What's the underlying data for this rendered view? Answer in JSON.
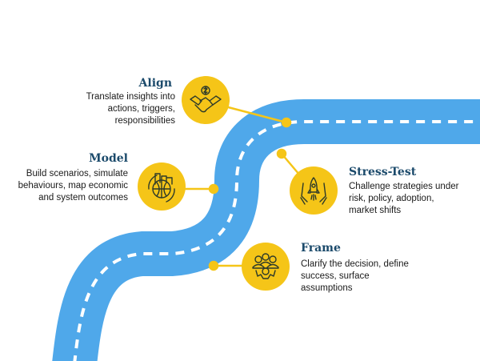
{
  "colors": {
    "road": "#4fa8ea",
    "dash": "#ffffff",
    "accent": "#f5c518",
    "icon": "#2d3a2a",
    "title": "#1b4a6b"
  },
  "stages": [
    {
      "title": "Align",
      "desc_lines": [
        "Translate insights into",
        "actions, triggers,",
        "responsibilities"
      ],
      "icon": "handshake-dollar-icon"
    },
    {
      "title": "Model",
      "desc_lines": [
        "Build scenarios, simulate",
        "behaviours, map economic",
        "and system outcomes"
      ],
      "icon": "city-globe-cycle-icon"
    },
    {
      "title": "Stress-Test",
      "desc_lines": [
        "Challenge strategies under",
        "risk, policy, adoption,",
        "market shifts"
      ],
      "icon": "rocket-hands-icon"
    },
    {
      "title": "Frame",
      "desc_lines": [
        "Clarify the decision, define",
        "success, surface",
        "assumptions"
      ],
      "icon": "team-gear-icon"
    }
  ]
}
